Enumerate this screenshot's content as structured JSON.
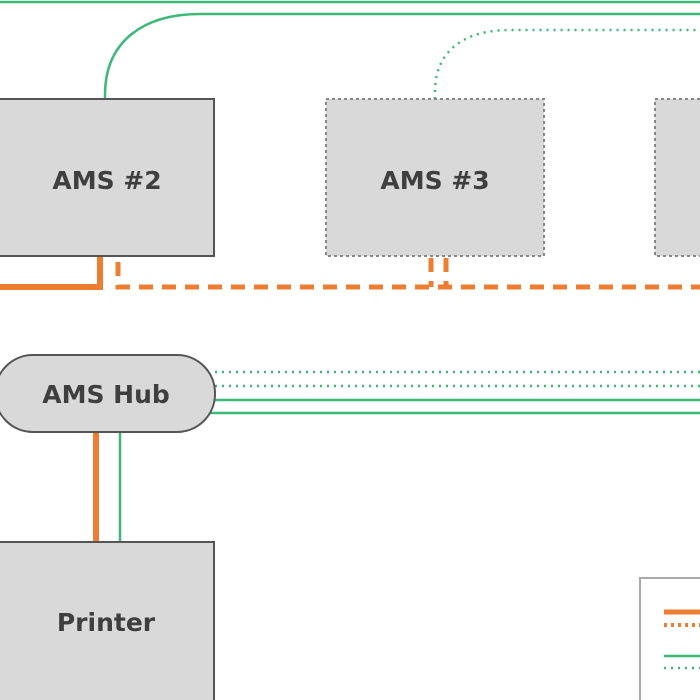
{
  "nodes": {
    "ams2": {
      "label": "AMS #2",
      "status": "installed"
    },
    "ams3": {
      "label": "AMS #3",
      "status": "optional"
    },
    "ams4": {
      "label": "",
      "status": "optional"
    },
    "hub": {
      "label": "AMS Hub"
    },
    "printer": {
      "label": "Printer"
    }
  },
  "colors": {
    "filament_line": "#ed7d31",
    "data_line": "#3cb878",
    "box_fill": "#d9d9d9",
    "box_stroke": "#555555",
    "optional_stroke": "#888888",
    "label_text": "#3f3f3f",
    "legend_border": "#aaaaaa"
  },
  "legend": {
    "entries": [
      {
        "icon": "solid-orange-line-icon"
      },
      {
        "icon": "dotted-orange-line-icon"
      },
      {
        "icon": "solid-green-line-icon"
      },
      {
        "icon": "dotted-green-line-icon"
      }
    ]
  }
}
